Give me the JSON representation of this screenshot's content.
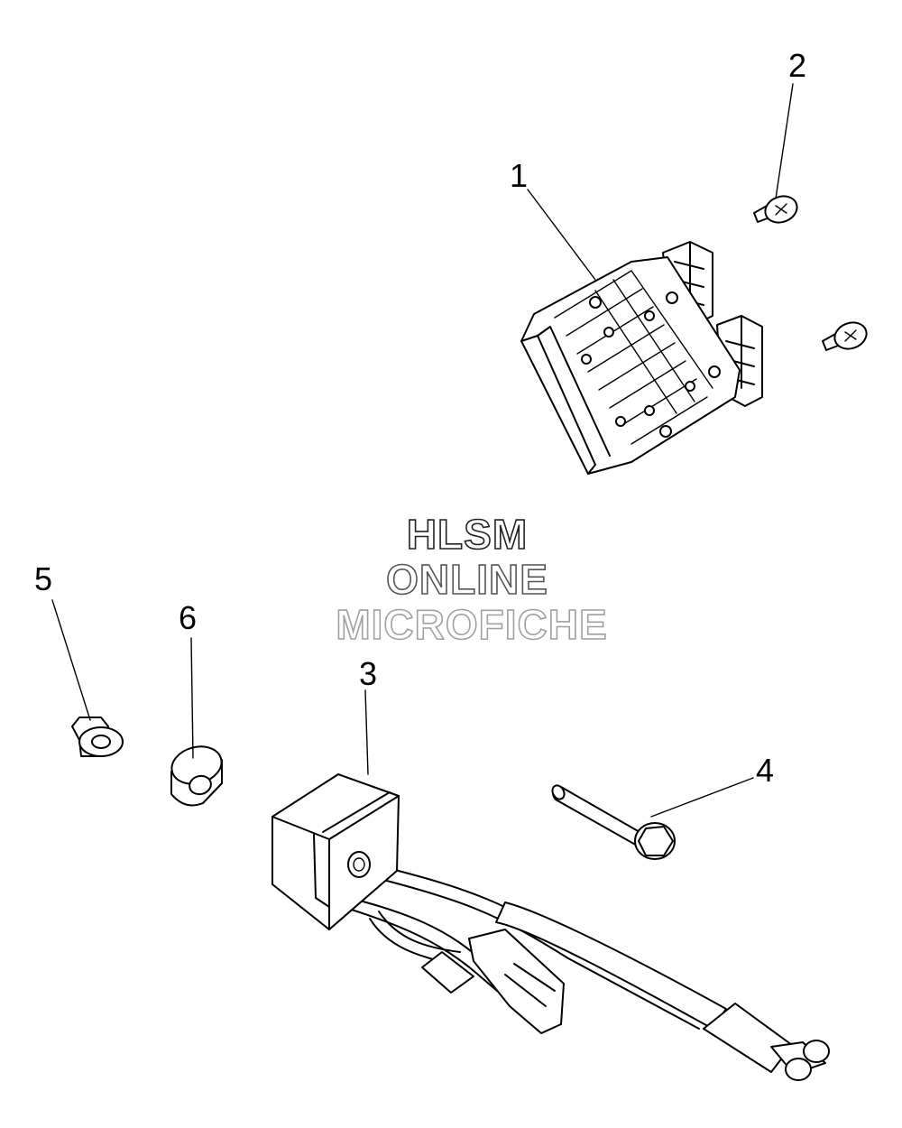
{
  "callouts": [
    {
      "id": "1",
      "part": "voltage-regulator"
    },
    {
      "id": "2",
      "part": "screw"
    },
    {
      "id": "3",
      "part": "relay-module-with-harness"
    },
    {
      "id": "4",
      "part": "flange-bolt"
    },
    {
      "id": "5",
      "part": "flanged-nut"
    },
    {
      "id": "6",
      "part": "spacer-bushing"
    }
  ],
  "watermark": {
    "line1": "HLSM",
    "line2": "ONLINE",
    "line3": "MICROFICHE",
    "colors": [
      "#222222",
      "#555555",
      "#a0a0a0"
    ]
  }
}
